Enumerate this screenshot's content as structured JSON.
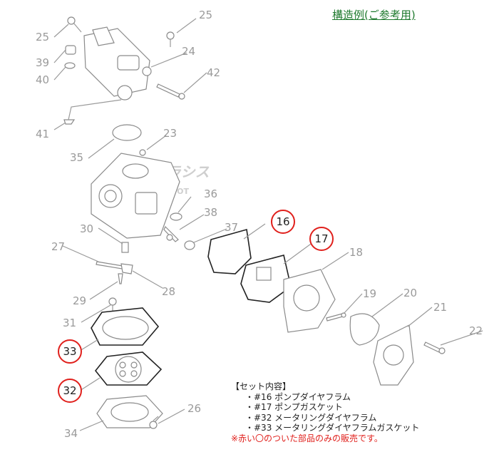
{
  "header": {
    "title": "構造例(ご参考用)"
  },
  "watermark": {
    "brand": "アラシス",
    "sub": "SALDEPOT"
  },
  "part_labels": [
    "25",
    "25",
    "39",
    "40",
    "24",
    "42",
    "41",
    "23",
    "35",
    "36",
    "38",
    "37",
    "16",
    "17",
    "18",
    "30",
    "27",
    "28",
    "29",
    "31",
    "19",
    "20",
    "21",
    "22",
    "33",
    "32",
    "26",
    "34"
  ],
  "set_contents": {
    "heading": "【セット内容】",
    "items": [
      "・#16 ポンプダイヤフラム",
      "・#17 ポンプガスケット",
      "・#32 メータリングダイヤフラム",
      "・#33 メータリングダイヤフラムガスケット"
    ],
    "note": "※赤い〇のついた部品のみの販売です。"
  },
  "colors": {
    "title": "#1f7a2e",
    "highlight_circle": "#e0201c",
    "note": "#e0201c",
    "part_label": "#9a9a9a"
  }
}
